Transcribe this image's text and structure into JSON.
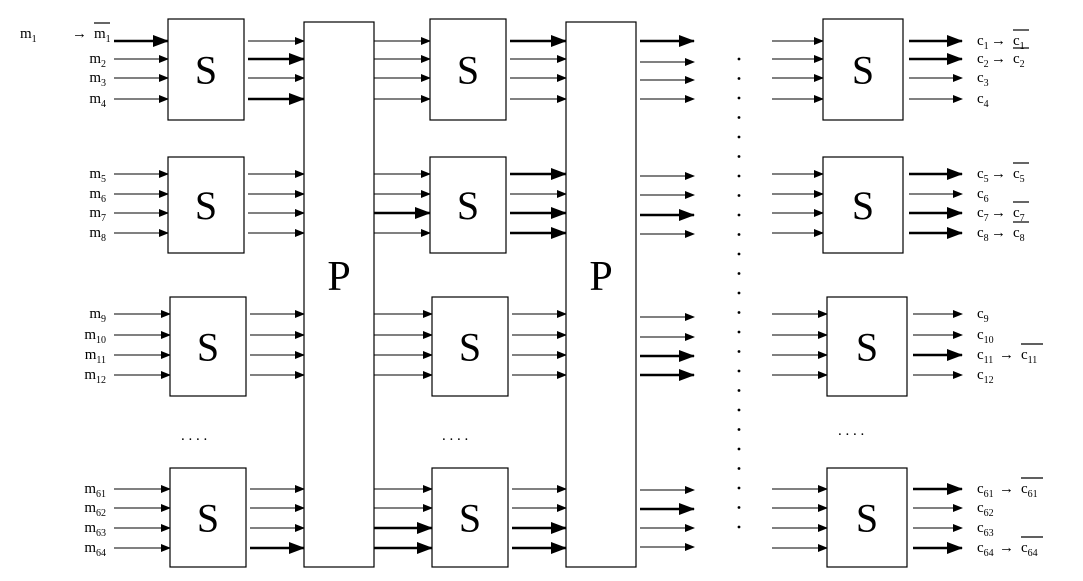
{
  "s_box_label": "S",
  "p_box_label": "P",
  "inputs": [
    {
      "base": "m",
      "sub": "1",
      "flip": true
    },
    {
      "base": "m",
      "sub": "2"
    },
    {
      "base": "m",
      "sub": "3"
    },
    {
      "base": "m",
      "sub": "4"
    },
    {
      "base": "m",
      "sub": "5"
    },
    {
      "base": "m",
      "sub": "6"
    },
    {
      "base": "m",
      "sub": "7"
    },
    {
      "base": "m",
      "sub": "8"
    },
    {
      "base": "m",
      "sub": "9"
    },
    {
      "base": "m",
      "sub": "10"
    },
    {
      "base": "m",
      "sub": "11"
    },
    {
      "base": "m",
      "sub": "12"
    },
    {
      "base": "m",
      "sub": "61"
    },
    {
      "base": "m",
      "sub": "62"
    },
    {
      "base": "m",
      "sub": "63"
    },
    {
      "base": "m",
      "sub": "64"
    }
  ],
  "outputs": [
    {
      "base": "c",
      "sub": "1",
      "flip": true
    },
    {
      "base": "c",
      "sub": "2",
      "flip": true
    },
    {
      "base": "c",
      "sub": "3"
    },
    {
      "base": "c",
      "sub": "4"
    },
    {
      "base": "c",
      "sub": "5",
      "flip": true
    },
    {
      "base": "c",
      "sub": "6"
    },
    {
      "base": "c",
      "sub": "7",
      "flip": true
    },
    {
      "base": "c",
      "sub": "8",
      "flip": true
    },
    {
      "base": "c",
      "sub": "9"
    },
    {
      "base": "c",
      "sub": "10"
    },
    {
      "base": "c",
      "sub": "11",
      "flip": true
    },
    {
      "base": "c",
      "sub": "12"
    },
    {
      "base": "c",
      "sub": "61",
      "flip": true
    },
    {
      "base": "c",
      "sub": "62"
    },
    {
      "base": "c",
      "sub": "63"
    },
    {
      "base": "c",
      "sub": "64",
      "flip": true
    }
  ],
  "ellipsis": ". . . ."
}
